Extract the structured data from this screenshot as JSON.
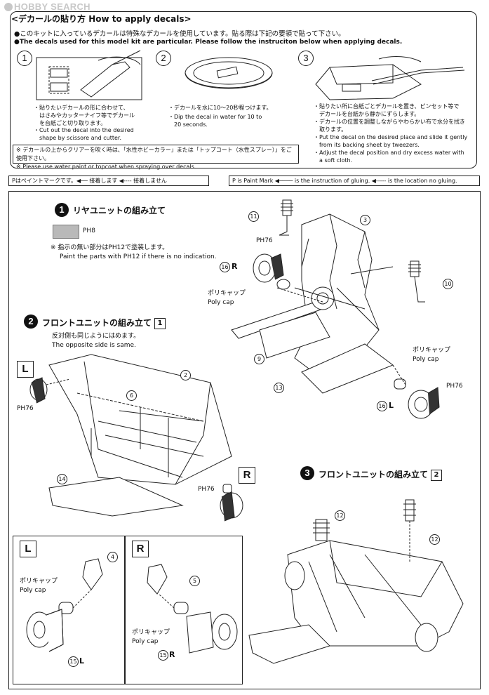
{
  "watermark": "HOBBY SEARCH",
  "decal": {
    "title": "<デカールの貼り方 How to apply decals>",
    "bullet_jp": "●このキットに入っているデカールは特殊なデカールを使用しています。貼る際は下記の要領で貼って下さい。",
    "bullet_en": "●The decals used for this model kit are particular. Please follow the instruciton below when applying decals.",
    "steps": [
      {
        "num": "1",
        "jp": "・貼りたいデカールの形に合わせて、\n　はさみやカッターナイフ等でデカール\n　を台紙ごと切り取ります。",
        "en": "・Cut out the decal into the desired\n　shape by scissore and cutter."
      },
      {
        "num": "2",
        "jp": "・デカールを水に10〜20秒程つけます。",
        "en": "・Dip the decal in water for 10 to\n　20 seconds."
      },
      {
        "num": "3",
        "jp": "・貼りたい所に台紙ごとデカールを置き、ピンセット等で\n　デカールを台紙から静かにずらします。\n・デカールの位置を調整しながらやわらかい布で水分を拭き\n　取ります。",
        "en": "・Put the decal on the desired place and slide it gently\n　from its backing sheet by tweezers.\n・Adjust the decal position and dry excess water with\n　a soft cloth."
      }
    ],
    "note_jp": "※ デカールの上からクリアーを吹く時は、「水性ホビーカラー」または「トップコート（水性スプレー）」をご使用下さい。",
    "note_en": "※ Please use water paint or topcoat when spraying over decals."
  },
  "legend": {
    "jp": "Pはペイントマークです。◀── 接着します ◀‐‐‐‐ 接着しません",
    "en": "P is Paint Mark ◀──── is the instruction of gluing. ◀‐‐‐‐‐ is the location no gluing."
  },
  "sections": {
    "rear": {
      "num": "1",
      "title": "リヤユニットの組み立て",
      "paint": "PH8",
      "note_jp": "※ 指示の無い部分はPH12で塗装します。",
      "note_en": "Paint the parts with PH12 if there is no indication."
    },
    "front1": {
      "num": "2",
      "title": "フロントユニットの組み立て",
      "box": "1",
      "note_jp": "反対側も同じようにはめます。",
      "note_en": "The opposite side is same."
    },
    "front2": {
      "num": "3",
      "title": "フロントユニットの組み立て",
      "box": "2"
    }
  },
  "labels": {
    "polycap_jp": "ポリキャップ",
    "polycap_en": "Poly cap",
    "L": "L",
    "R": "R",
    "ph76": "PH76",
    "part16R": "R",
    "part16L": "L",
    "part15L": "L",
    "part15R": "R"
  },
  "parts": [
    "11",
    "3",
    "16",
    "10",
    "9",
    "13",
    "2",
    "6",
    "14",
    "4",
    "5",
    "15",
    "12",
    "12"
  ]
}
